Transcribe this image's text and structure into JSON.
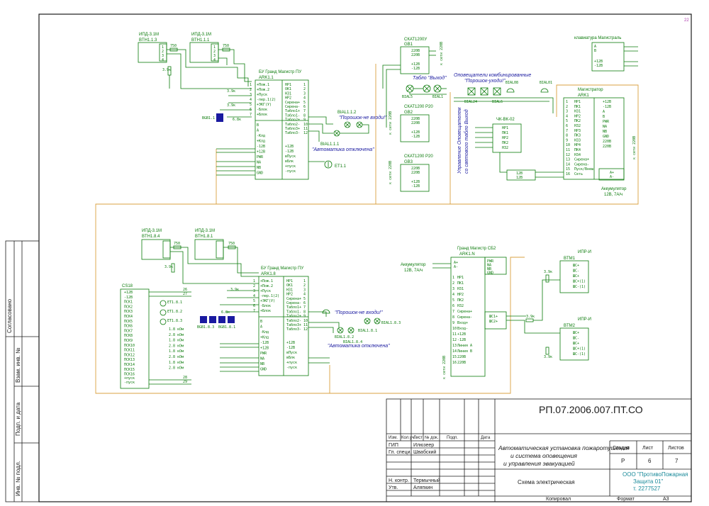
{
  "page_number": "22",
  "side_stamp": {
    "agreed": "Согласовано",
    "vzam_inv": "Взам. инв. №",
    "podp_data": "Подп. и дата",
    "inv_podl": "Инв. № подл."
  },
  "title_block": {
    "doc_code": "РП.07.2006.007.ПТ.СО",
    "hdr_izm": "Изм.",
    "hdr_koluch": "Кол.уч.",
    "hdr_list": "Лист",
    "hdr_ndok": "№ док.",
    "hdr_podp": "Подп.",
    "hdr_data": "Дата",
    "gip_role": "ГИП",
    "gip_name": "Илюзеер",
    "spec_role": "Гл. специ.",
    "spec_name": "Швабский",
    "nkontr_role": "Н. контр.",
    "nkontr_name": "Термычный",
    "utv_role": "Утв.",
    "utv_name": "Аляпкин",
    "title_line1": "Автоматическая установка пожаротушения",
    "title_line2": "и система оповещения",
    "title_line3": "и управления эвакуацией",
    "sheet_title": "Схема электрическая",
    "stage_label": "Стадия",
    "sheet_label": "Лист",
    "sheets_label": "Листов",
    "stage_value": "Р",
    "sheet_value": "6",
    "sheets_value": "7",
    "org_line1": "ООО \"ПротивоПожарная",
    "org_line2": "Защита 01\"",
    "org_line3": "т. 2277527",
    "copied": "Копировал",
    "format_label": "Формат",
    "format_value": "А3"
  },
  "top": {
    "ipd1_title": "ИПД-3.1М",
    "ipd1_tag": "BTH1.1.3",
    "ipd2_title": "ИПД-3.1М",
    "ipd2_tag": "BTH1.1.1",
    "r750a": "750",
    "r750b": "750",
    "r39a": "3.9к",
    "r39b": "3.9к",
    "r39c": "3.9к",
    "r68": "6.8к",
    "bgb": "BGB1.1",
    "bu_title": "БУ Гранд Магистр ПУ",
    "bu_tag": "ARK1.1",
    "bu_left": [
      "+Пож.1",
      "+Пож.2",
      "+Пуск",
      "-пер.1(2)",
      "+ЭКГ(У)",
      "-Блок",
      "+Блок"
    ],
    "bu_right": [
      "НР1",
      "ОК1",
      "Н31",
      "НР2",
      "Сирена+",
      "Сирена-",
      "Табло1+",
      "Табло1-",
      "Табло2+",
      "Табло2-",
      "Табло3+",
      "Табло3-"
    ],
    "bu_lower": [
      "В",
      "А",
      "-Клд",
      "+Клд",
      "-12В",
      "+12В",
      "PWR",
      "NA",
      "NB",
      "GND"
    ],
    "bu_lower_right": [
      "+12В",
      "-12В",
      "вПуск",
      "вБлк",
      "+пуск",
      "-пуск"
    ],
    "bial12": "BIAL1.1.2",
    "poroshok_label": "\"Порошок-не входи!\"",
    "bial11": "BIAL1.1.1",
    "avto_label": "\"Автоматика отключена\"",
    "et11": "ET1.1",
    "ska1_title": "СКАТ1200У",
    "ska1_tag": "GB1",
    "ska1_rows": [
      "220В",
      "220В",
      "+12В",
      "-12В"
    ],
    "ska1_vert": "к сети 220В",
    "ska2_title": "СКАТ1200 Р20",
    "ska2_tag": "GB2",
    "ska2_rows": [
      "220В",
      "220В",
      "+12В",
      "-12В"
    ],
    "ska2_vert": "к сети 220В",
    "ska3_title": "СКАТ1200 Р20",
    "ska3_tag": "GB3",
    "ska3_rows": [
      "220В",
      "220В",
      "+12В",
      "-12В"
    ],
    "ska3_vert": "к сети 220В",
    "tablo_label": "Табло \"Выход\"",
    "bial5": "BIAL5",
    "bial1": "BIAL1",
    "opov_line1": "Оповещатели комбинированные",
    "opov_line2": "\"Порошок-уходи!\"",
    "bial24": "BIAL24",
    "bial6": "BIAL6",
    "bial08": "BIAL08",
    "bial01": "BIAL01",
    "vert_label1": "Управление Оповещателем",
    "vert_label2": "со светового табло Выход",
    "chk_title": "ЧК-ВК-02",
    "chk_rows": [
      "НР1",
      "ПК1",
      "НР2",
      "ПК2",
      "Н32"
    ],
    "chk_12v_a": "12В",
    "chk_12v_b": "12В",
    "kb_title": "клавиатура Магистраль",
    "kb_rows": [
      "А",
      "В",
      "+12В",
      "-12В"
    ],
    "mag_title": "Магистратор",
    "mag_tag": "ARK1",
    "mag_left": [
      "НР1",
      "ПК1",
      "Н31",
      "НР2",
      "ПК2",
      "Н32",
      "НР3",
      "ПК3",
      "Н33",
      "НР4",
      "ПК4",
      "Н34",
      "Сирена+",
      "Сирена-",
      "Пуск/Внеш",
      "Сеть"
    ],
    "mag_right": [
      "+12В",
      "-12В",
      "А",
      "В",
      "PWR",
      "NA",
      "NB",
      "GND",
      "220В",
      "220В"
    ],
    "mag_vert": "к сети 220В",
    "akk1_line1": "Аккумулятор",
    "akk1_line2": "12В, 7А/ч",
    "akk1_plus": "А+",
    "akk1_minus": "А-"
  },
  "bottom": {
    "ipd3_title": "ИПД-3.1М",
    "ipd3_tag": "BTH1.8.4",
    "ipd4_title": "ИПД-3.1М",
    "ipd4_tag": "BTH1.8.1",
    "r750a": "750",
    "r750b": "750",
    "r39a": "3.9к",
    "r39b": "3.9к",
    "r68": "6.8к",
    "bgb3": "BGB1.8.3",
    "bgb1": "BGB1.8.1",
    "cs18_title": "CS18",
    "cs18_rows": [
      "+12В",
      "-12В",
      "ПСК1",
      "ПСК2",
      "ПСК3",
      "ПСК4",
      "ПСК5",
      "ПСК6",
      "ПСК7",
      "ПСК8",
      "ПСК9",
      "ПСК10",
      "ПСК11",
      "ПСК12",
      "ПСК13",
      "ПСК14",
      "ПСК15",
      "ПСК16"
    ],
    "cs18_pins": [
      "26",
      "27",
      "28",
      "29"
    ],
    "cs18_bot_rows": [
      "+пуск",
      "-пуск"
    ],
    "et181": "ET1.8.1",
    "et182": "ET1.8.2",
    "et183": "ET1.8.3",
    "r_labels": [
      "1.8 кОм",
      "2.8 кОм",
      "1.8 кОм",
      "2.8 кОм",
      "1.8 кОм",
      "2.8 кОм",
      "1.8 кОм",
      "2.8 кОм"
    ],
    "bu_title": "БУ Гранд Магистр ПУ",
    "bu_tag": "ARK1.8",
    "bu_left": [
      "+Пож.1",
      "+Пож.2",
      "+Пуск",
      "-пер.1(2)",
      "+ЭКГ(У)",
      "-Блок",
      "+Блок"
    ],
    "bu_right": [
      "НР1",
      "ОК1",
      "Н31",
      "НР2",
      "Сирена+",
      "Сирена-",
      "Табло1+",
      "Табло1-",
      "Табло2+",
      "Табло2-",
      "Табло3+",
      "Табло3-"
    ],
    "bu_lower": [
      "В",
      "А",
      "-Клд",
      "+Клд",
      "-12В",
      "+12В",
      "PWR",
      "NA",
      "NB",
      "GND"
    ],
    "bu_lower_right": [
      "+12В",
      "-12В",
      "вПуск",
      "вБлк",
      "+пуск",
      "-пуск"
    ],
    "poroshok_label": "\"Порошок-не входи!\"",
    "bial183": "BIAL1.8.3",
    "bial181": "BIAL1.8.1",
    "bial182": "BIAL1.8.2",
    "bial184": "BIAL1.8.4",
    "avto_label": "\"Автоматика отключена\"",
    "akk2_line1": "Аккумулятор",
    "akk2_line2": "12В, 7А/ч",
    "akk2_plus": "А+",
    "akk2_minus": "А-",
    "gm_title": "Гранд Магистр СБ2",
    "gm_tag": "ARK1.N",
    "gm_left": [
      "НР1",
      "ПК1",
      "Н31",
      "НР2",
      "ПК2",
      "Н32",
      "Сирена+",
      "Сирена-",
      "Вход+",
      "Вход-",
      "+12В",
      "-12В",
      "Линия А",
      "Линия В",
      "220В",
      "220В"
    ],
    "gm_right": [
      "PWR",
      "NA",
      "NB",
      "GND"
    ],
    "gm_vert": "к сети 220В",
    "shc1": "ШС1+",
    "shc2": "ШС2+",
    "r39_gm": "3.9к",
    "ipr1_title": "ИПР-И",
    "ipr1_tag": "BTM1",
    "ipr1_rows": [
      "ШС+",
      "ШС-",
      "ШС+",
      "ШС+(1)",
      "ШС-(1)"
    ],
    "ipr2_title": "ИПР-И",
    "ipr2_tag": "BTM2",
    "ipr2_rows": [
      "ШС+",
      "ШС-",
      "ШС+",
      "ШС+(1)",
      "ШС-(1)"
    ],
    "r_ipr1": "3.9к",
    "r_ipr2": "3.9к"
  }
}
